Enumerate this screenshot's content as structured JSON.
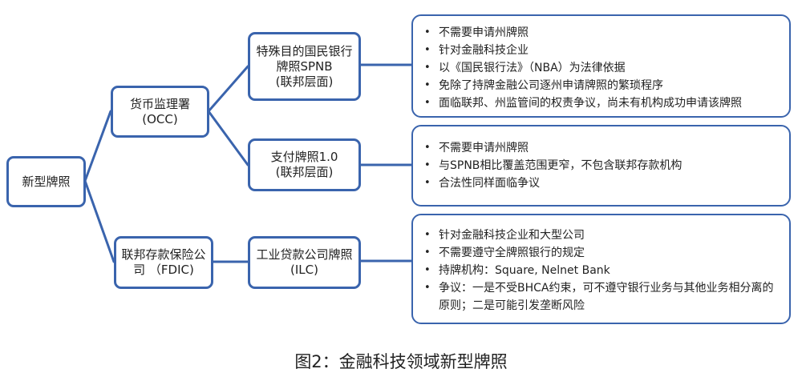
{
  "diagram": {
    "root": {
      "label": "新型牌照"
    },
    "regulators": [
      {
        "id": "occ",
        "lines": [
          "货币监理署",
          "(OCC)"
        ]
      },
      {
        "id": "fdic",
        "lines": [
          "联邦存款保险公",
          "司 （FDIC)"
        ]
      }
    ],
    "licenses": [
      {
        "id": "spnb",
        "parent": "occ",
        "lines": [
          "特殊目的国民银行",
          "牌照SPNB",
          "(联邦层面)"
        ]
      },
      {
        "id": "payment",
        "parent": "occ",
        "lines": [
          "支付牌照1.0",
          "(联邦层面)"
        ]
      },
      {
        "id": "ilc",
        "parent": "fdic",
        "lines": [
          "工业贷款公司牌照",
          "(ILC)"
        ]
      }
    ],
    "details": [
      {
        "license": "spnb",
        "items": [
          "不需要申请州牌照",
          "针对金融科技企业",
          "以《国民银行法》（NBA）为法律依据",
          "免除了持牌金融公司逐州申请牌照的繁琐程序",
          "面临联邦、州监管间的权责争议，尚未有机构成功申请该牌照"
        ]
      },
      {
        "license": "payment",
        "items": [
          "不需要申请州牌照",
          "与SPNB相比覆盖范围更窄，不包含联邦存款机构",
          "合法性同样面临争议"
        ]
      },
      {
        "license": "ilc",
        "items": [
          "针对金融科技企业和大型公司",
          "不需要遵守全牌照银行的规定",
          "持牌机构：Square, Nelnet Bank",
          "争议：一是不受BHCA约束，可不遵守银行业务与其他业务相分离的原则；二是可能引发垄断风险"
        ]
      }
    ],
    "line_color": "#3a64ad"
  },
  "caption": "图2：金融科技领域新型牌照"
}
